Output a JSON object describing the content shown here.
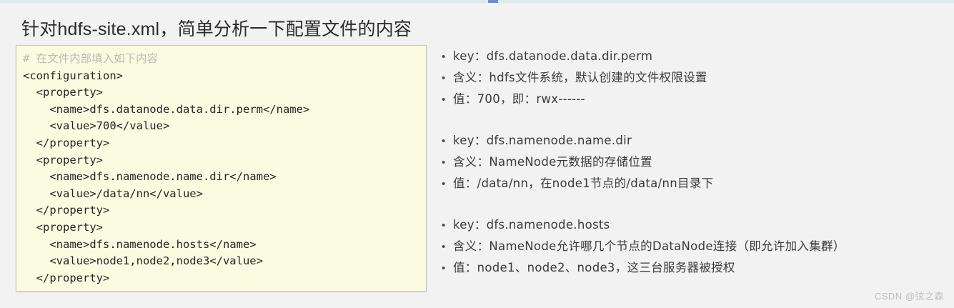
{
  "slide": {
    "title": "针对hdfs-site.xml，简单分析一下配置文件的内容",
    "background_color": "#f2f2f2",
    "top_strip_color": "#d9eeec",
    "top_marker_color": "#4b7fc4"
  },
  "code_panel": {
    "background_color": "#fbfbe2",
    "border_color": "#c9c8ae",
    "comment_color": "#bcbcb2",
    "text_color": "#262622",
    "lines": [
      {
        "text": "# 在文件内部填入如下内容",
        "comment": true
      },
      {
        "text": "<configuration>",
        "comment": false
      },
      {
        "text": "  <property>",
        "comment": false
      },
      {
        "text": "    <name>dfs.datanode.data.dir.perm</name>",
        "comment": false
      },
      {
        "text": "    <value>700</value>",
        "comment": false
      },
      {
        "text": "  </property>",
        "comment": false
      },
      {
        "text": "  <property>",
        "comment": false
      },
      {
        "text": "    <name>dfs.namenode.name.dir</name>",
        "comment": false
      },
      {
        "text": "    <value>/data/nn</value>",
        "comment": false
      },
      {
        "text": "  </property>",
        "comment": false
      },
      {
        "text": "  <property>",
        "comment": false
      },
      {
        "text": "    <name>dfs.namenode.hosts</name>",
        "comment": false
      },
      {
        "text": "    <value>node1,node2,node3</value>",
        "comment": false
      },
      {
        "text": "  </property>",
        "comment": false
      }
    ]
  },
  "bullet_groups": [
    {
      "items": [
        {
          "bullet": "•",
          "text": "key：dfs.datanode.data.dir.perm"
        },
        {
          "bullet": "•",
          "text": "含义：hdfs文件系统，默认创建的文件权限设置"
        },
        {
          "bullet": "•",
          "text": "值：700，即：rwx------"
        }
      ]
    },
    {
      "items": [
        {
          "bullet": "•",
          "text": "key：dfs.namenode.name.dir"
        },
        {
          "bullet": "•",
          "text": "含义：NameNode元数据的存储位置"
        },
        {
          "bullet": "•",
          "text": "值：/data/nn，在node1节点的/data/nn目录下"
        }
      ]
    },
    {
      "items": [
        {
          "bullet": "•",
          "text": "key：dfs.namenode.hosts"
        },
        {
          "bullet": "•",
          "text": "含义：NameNode允许哪几个节点的DataNode连接（即允许加入集群）"
        },
        {
          "bullet": "•",
          "text": "值：node1、node2、node3，这三台服务器被授权"
        }
      ]
    }
  ],
  "watermark": {
    "text": "CSDN @弦之森"
  }
}
